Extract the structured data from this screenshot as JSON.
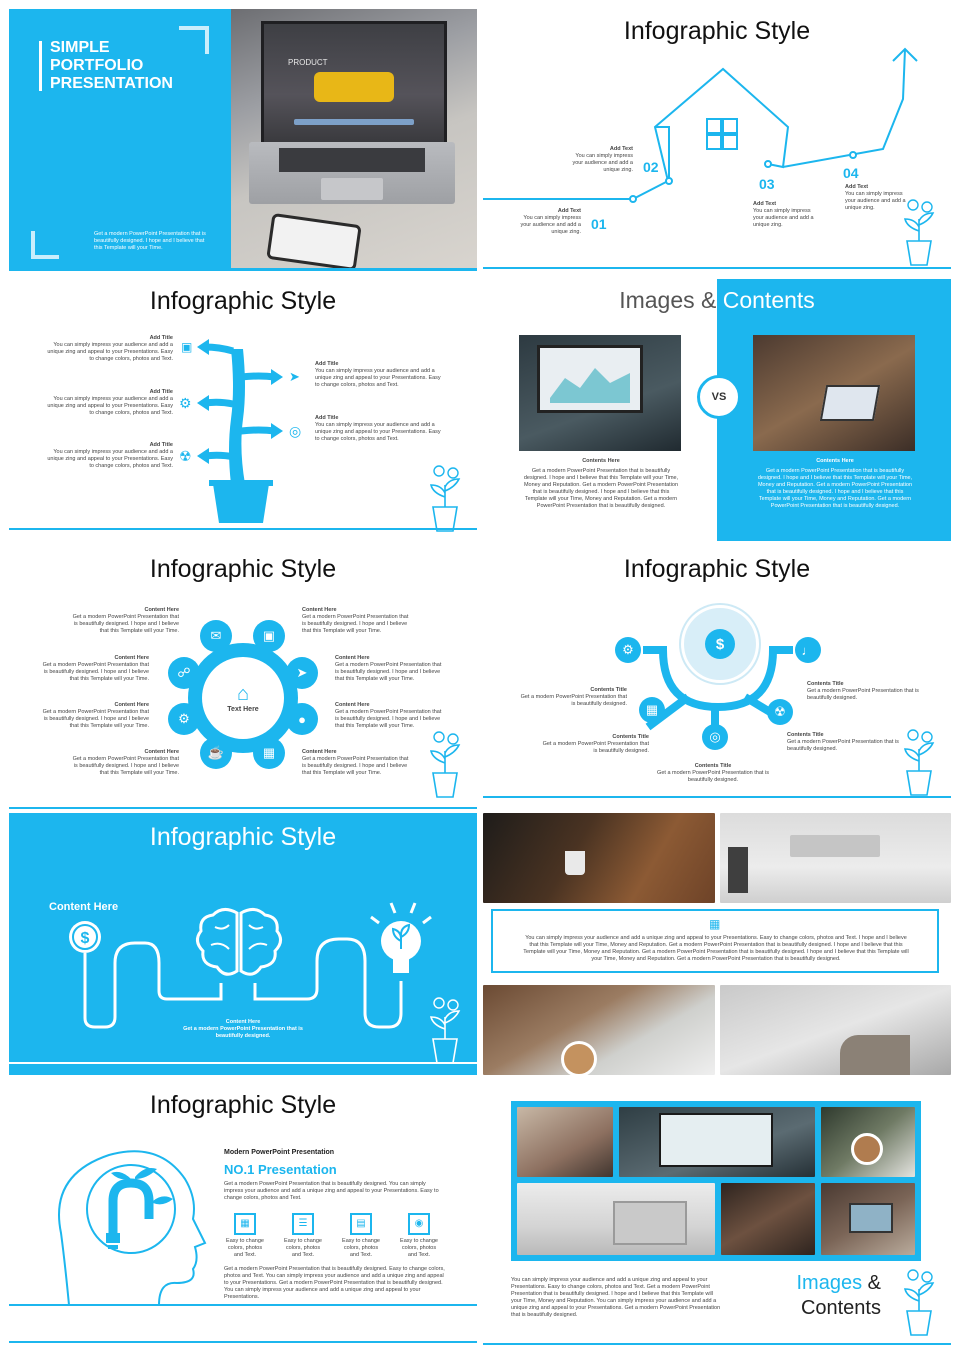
{
  "s1": {
    "title_lines": [
      "SIMPLE",
      "PORTFOLIO",
      "PRESENTATION"
    ],
    "screen_label": "PRODUCT",
    "desc": "Get a modern PowerPoint  Presentation that is beautifully designed. I hope and I believe that this Template will your Time."
  },
  "s2": {
    "title": "Infographic Style",
    "steps": [
      {
        "num": "01",
        "title": "Add Text",
        "text": "You can simply impress your audience and add a unique zing."
      },
      {
        "num": "02",
        "title": "Add Text",
        "text": "You can simply impress your audience and add a unique zing."
      },
      {
        "num": "03",
        "title": "Add Text",
        "text": "You can simply impress your audience and add a unique zing."
      },
      {
        "num": "04",
        "title": "Add Text",
        "text": "You can simply impress your audience and add a unique zing."
      }
    ]
  },
  "s3": {
    "title": "Infographic Style",
    "left": [
      {
        "title": "Add Title",
        "text": "You can simply impress your audience and add a unique zing and appeal to your Presentations. Easy to change colors, photos and Text."
      },
      {
        "title": "Add Title",
        "text": "You can simply impress your audience and add a unique zing and appeal to your Presentations. Easy to change colors, photos and Text."
      },
      {
        "title": "Add Title",
        "text": "You can simply impress your audience and add a unique zing and appeal to your Presentations. Easy to change colors, photos and Text."
      }
    ],
    "right": [
      {
        "title": "Add Title",
        "text": "You can simply impress your audience and add a unique zing and appeal to your Presentations. Easy to change colors, photos and Text."
      },
      {
        "title": "Add Title",
        "text": "You can simply impress your audience and add a unique zing and appeal to your Presentations. Easy to change colors, photos and Text."
      }
    ]
  },
  "s4": {
    "title_a": "Images &",
    "title_b": "Contents",
    "vs": "VS",
    "left_title": "Contents Here",
    "left_text": "Get a modern PowerPoint  Presentation that is beautifully designed. I hope and I believe that this Template will your Time, Money and Reputation. Get a modern PowerPoint  Presentation that is beautifully designed. I hope and I believe that this Template will your Time, Money and Reputation. Get a modern PowerPoint  Presentation that is beautifully designed.",
    "right_title": "Contents Here",
    "right_text": "Get a modern PowerPoint  Presentation that is beautifully designed. I hope and I believe that this Template will your Time, Money and Reputation. Get a modern PowerPoint  Presentation that is beautifully designed. I hope and I believe that this Template will your Time, Money and Reputation. Get a modern PowerPoint  Presentation that is beautifully designed."
  },
  "s5": {
    "title": "Infographic Style",
    "center": "Text  Here",
    "items": [
      {
        "title": "Content  Here",
        "text": "Get a modern PowerPoint  Presentation that is beautifully designed. I hope and I believe that this Template will your Time."
      },
      {
        "title": "Content  Here",
        "text": "Get a modern PowerPoint  Presentation that is beautifully designed. I hope and I believe that this Template will your Time."
      },
      {
        "title": "Content  Here",
        "text": "Get a modern PowerPoint  Presentation that is beautifully designed. I hope and I believe that this Template will your Time."
      },
      {
        "title": "Content  Here",
        "text": "Get a modern PowerPoint  Presentation that is beautifully designed. I hope and I believe that this Template will your Time."
      },
      {
        "title": "Content  Here",
        "text": "Get a modern PowerPoint  Presentation that is beautifully designed. I hope and I believe that this Template will your Time."
      },
      {
        "title": "Content  Here",
        "text": "Get a modern PowerPoint  Presentation that is beautifully designed. I hope and I believe that this Template will your Time."
      },
      {
        "title": "Content  Here",
        "text": "Get a modern PowerPoint  Presentation that is beautifully designed. I hope and I believe that this Template will your Time."
      },
      {
        "title": "Content  Here",
        "text": "Get a modern PowerPoint  Presentation that is beautifully designed. I hope and I believe that this Template will your Time."
      }
    ]
  },
  "s6": {
    "title": "Infographic Style",
    "items": [
      {
        "title": "Contents Title",
        "text": "Get a modern PowerPoint  Presentation that is beautifully designed."
      },
      {
        "title": "Contents Title",
        "text": "Get a modern PowerPoint  Presentation that is beautifully designed."
      },
      {
        "title": "Contents Title",
        "text": "Get a modern PowerPoint  Presentation that is beautifully designed."
      },
      {
        "title": "Contents Title",
        "text": "Get a modern PowerPoint  Presentation that is beautifully designed."
      },
      {
        "title": "Contents Title",
        "text": "Get a modern PowerPoint  Presentation that is beautifully designed."
      }
    ]
  },
  "s7": {
    "title": "Infographic Style",
    "content_label": "Content Here",
    "bottom_title": "Content Here",
    "bottom_text": "Get a modern PowerPoint  Presentation that is beautifully designed."
  },
  "s8": {
    "text": "You can simply impress your audience and add a unique zing and appeal to your Presentations. Easy to change colors, photos and Text. I hope and I believe that this Template will your Time, Money and Reputation. Get a modern PowerPoint  Presentation that is beautifully designed. I hope and I believe that this Template will your Time, Money and Reputation. Get a modern PowerPoint  Presentation that is beautifully designed. I hope and I believe that this Template will your Time, Money and Reputation. Get a modern PowerPoint  Presentation that is beautifully designed."
  },
  "s9": {
    "title": "Infographic Style",
    "subtitle": "Modern  PowerPoint  Presentation",
    "heading": "NO.1 Presentation",
    "para1": "Get a modern PowerPoint  Presentation that is beautifully designed. You can simply impress your audience and add a unique zing and appeal to your Presentations. Easy to change colors, photos and Text.",
    "features": [
      "Easy to change colors, photos and Text.",
      "Easy to change colors, photos and Text.",
      "Easy to change colors, photos and Text.",
      "Easy to change colors, photos and Text."
    ],
    "para2": "Get a modern PowerPoint  Presentation that is beautifully designed. Easy to change colors, photos and Text. You can simply impress your audience and add a unique zing and appeal to your Presentations. Get a modern PowerPoint  Presentation that is beautifully designed. You can simply impress your audience and add a unique zing and appeal to your Presentations."
  },
  "s10": {
    "text": "You can simply impress your audience and add a unique zing and appeal to your Presentations. Easy to change colors, photos and Text. Get a modern PowerPoint  Presentation that is beautifully designed. I hope and I believe that this Template will your Time, Money and Reputation. You can simply impress your audience and add a unique zing and appeal to your Presentations. Get a modern PowerPoint  Presentation that is beautifully designed.",
    "title_a": "Images",
    "title_amp": "&",
    "title_b": "Contents"
  },
  "colors": {
    "accent": "#1cb6ee",
    "text": "#333333",
    "white": "#ffffff"
  }
}
